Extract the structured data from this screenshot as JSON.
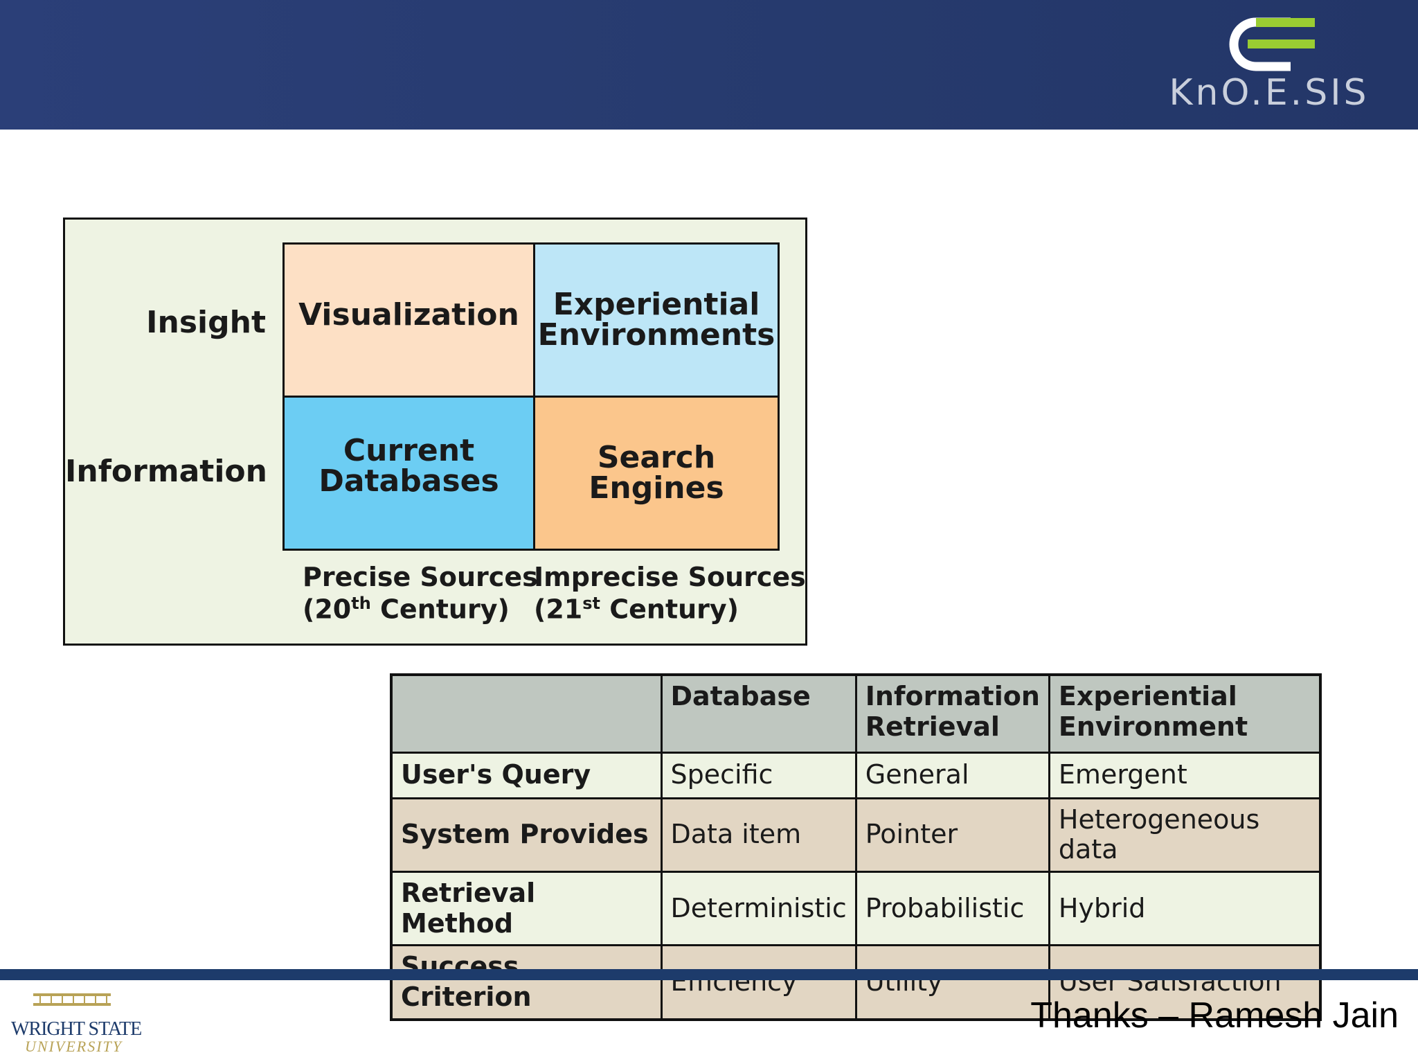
{
  "header": {
    "logo_text": "KnO.E.SIS",
    "colors": {
      "band": "#263a6d",
      "logo_white": "#ffffff",
      "logo_green": "#9acd32"
    }
  },
  "matrix": {
    "row_labels": [
      "Insight",
      "Information"
    ],
    "cells": {
      "visualization": "Visualization",
      "experiential": [
        "Experiential",
        "Environments"
      ],
      "current": [
        "Current",
        "Databases"
      ],
      "search": [
        "Search",
        "Engines"
      ]
    },
    "col_labels": {
      "precise": {
        "line1": "Precise Sources",
        "prefix": "(20",
        "sup": "th",
        "suffix": " Century)"
      },
      "imprecise": {
        "line1": "Imprecise Sources",
        "prefix": "(21",
        "sup": "st",
        "suffix": " Century)"
      }
    },
    "colors": {
      "viz": "#fde0c5",
      "exp": "#bde6f7",
      "current": "#6ccdf3",
      "search": "#fbc68c",
      "panel": "#eef3e3"
    }
  },
  "comparison": {
    "headers": [
      "",
      "Database",
      "Information Retrieval",
      "Experiential Environment"
    ],
    "rows": [
      [
        "User's Query",
        "Specific",
        "General",
        "Emergent"
      ],
      [
        "System Provides",
        "Data item",
        "Pointer",
        "Heterogeneous data"
      ],
      [
        "Retrieval Method",
        "Deterministic",
        "Probabilistic",
        "Hybrid"
      ],
      [
        "Success Criterion",
        "Efficiency",
        "Utility",
        "User Satisfaction"
      ]
    ]
  },
  "footer": {
    "university_name": "WRIGHT STATE",
    "university_sub": "UNIVERSITY",
    "credit": "Thanks – Ramesh Jain"
  }
}
